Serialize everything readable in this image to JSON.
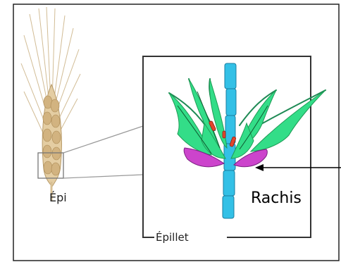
{
  "labels": {
    "epi": "Épi",
    "epillet": "Épillet",
    "rachis": "Rachis"
  },
  "colors": {
    "rachis": "#33c0e6",
    "glume": "#33dd88",
    "glume_dark": "#1e9b55",
    "palea": "#cc44cc",
    "anther": "#e2462c",
    "awn": "#1f8a55",
    "wheat_light": "#e4cda2",
    "wheat_dark": "#b89b6a",
    "frame": "#333333"
  }
}
